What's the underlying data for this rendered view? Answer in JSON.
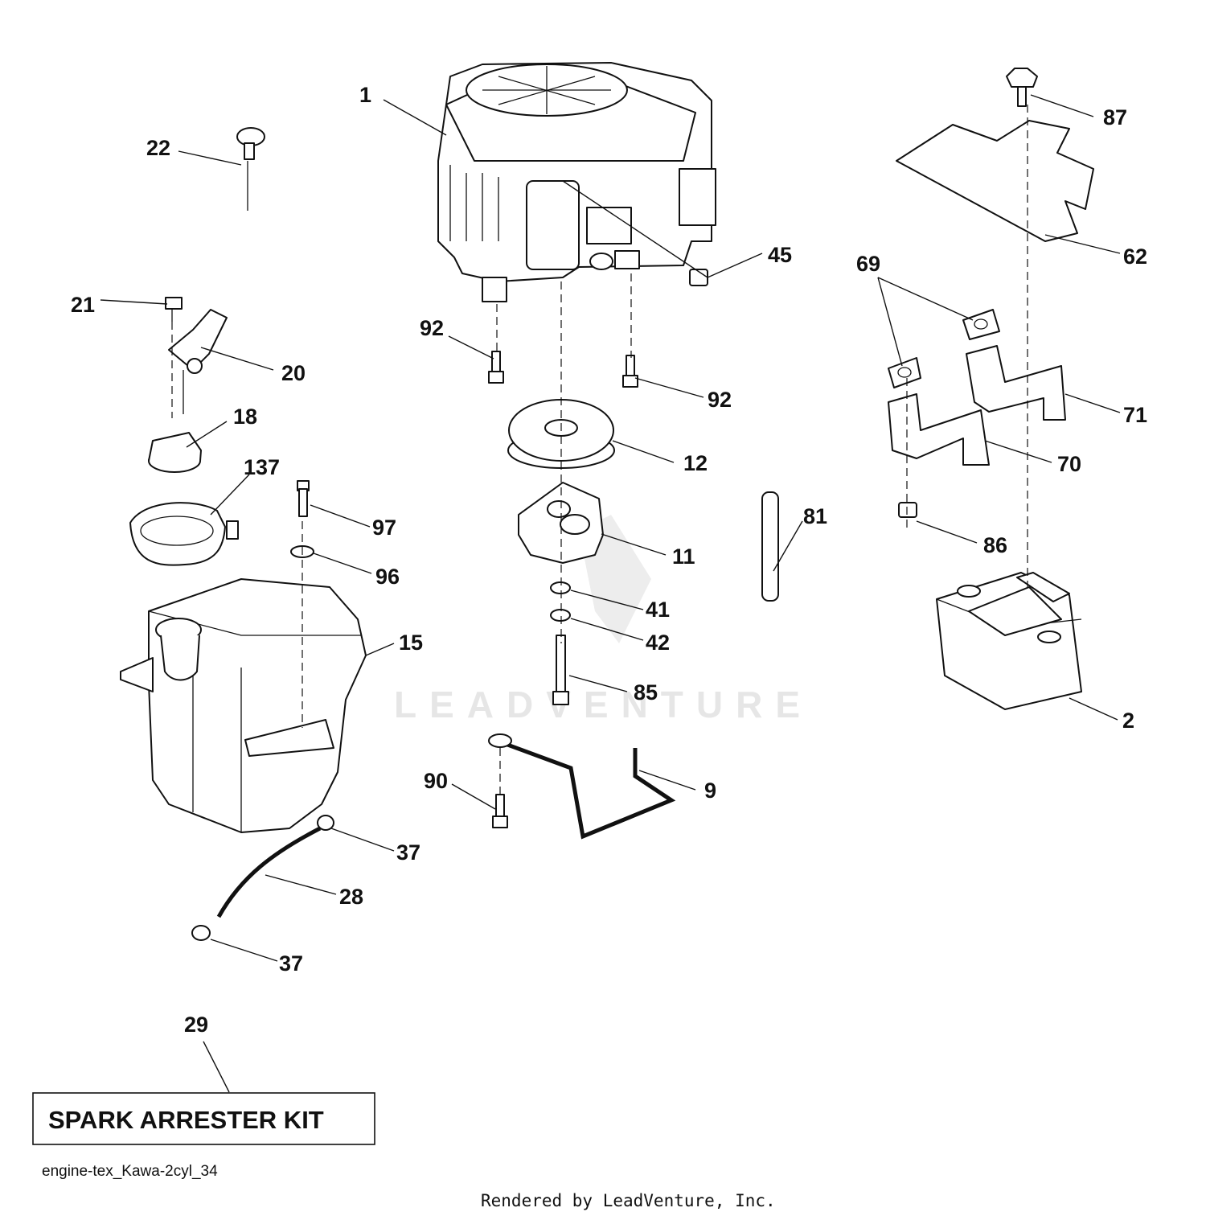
{
  "watermark": "LEADVENTURE",
  "callouts": {
    "c1": "1",
    "c2": "2",
    "c9": "9",
    "c11": "11",
    "c12": "12",
    "c15": "15",
    "c18": "18",
    "c20": "20",
    "c21": "21",
    "c22": "22",
    "c28": "28",
    "c29": "29",
    "c37a": "37",
    "c37b": "37",
    "c41": "41",
    "c42": "42",
    "c45": "45",
    "c62": "62",
    "c69": "69",
    "c70": "70",
    "c71": "71",
    "c81": "81",
    "c85": "85",
    "c86": "86",
    "c87": "87",
    "c90": "90",
    "c92a": "92",
    "c92b": "92",
    "c96": "96",
    "c97": "97",
    "c137": "137"
  },
  "kit_label": "SPARK ARRESTER KIT",
  "diagram_id": "engine-tex_Kawa-2cyl_34",
  "credit": "Rendered by LeadVenture, Inc."
}
